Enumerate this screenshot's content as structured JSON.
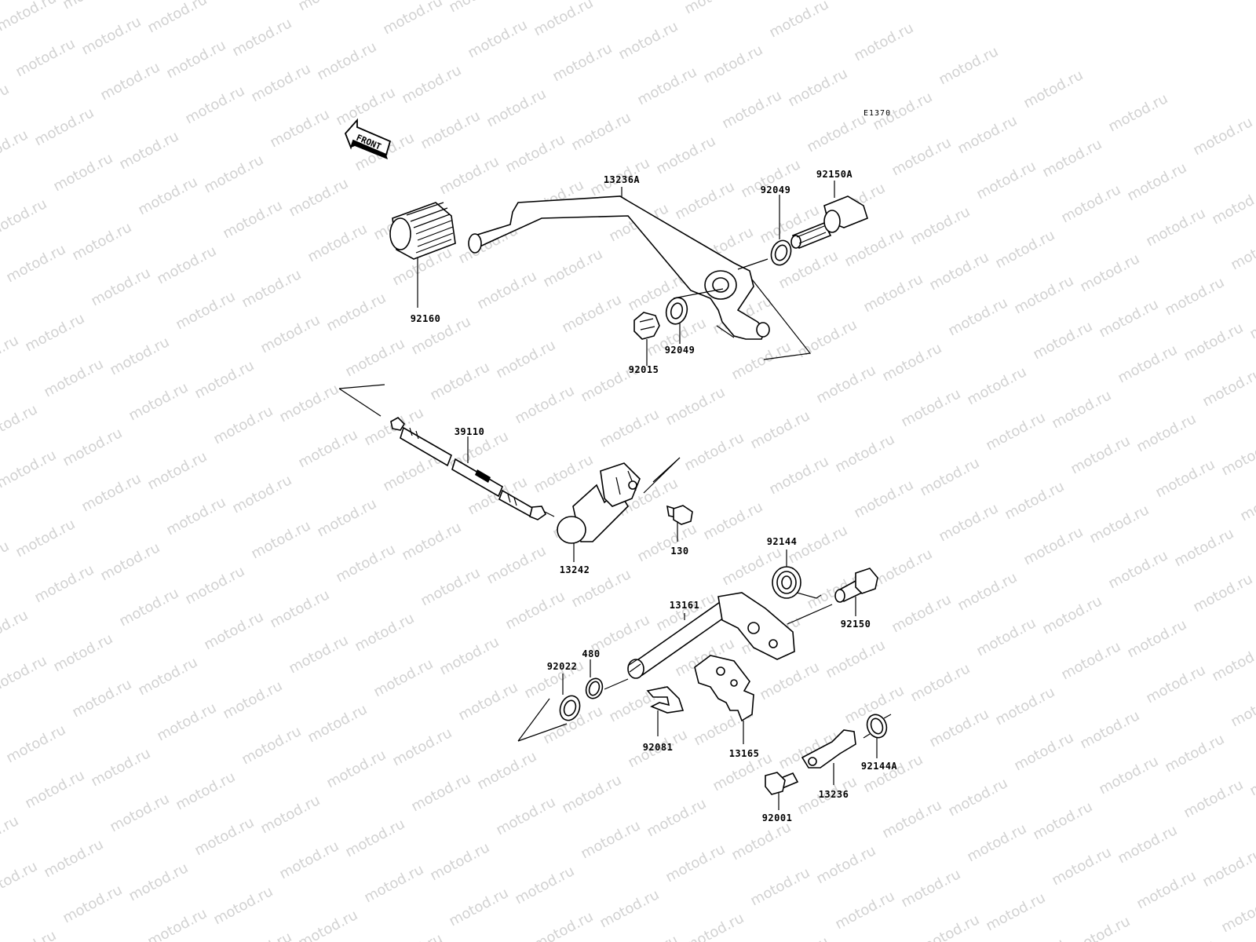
{
  "diagram_code": "E1370",
  "front_arrow_label": "FRONT",
  "watermark_text": "motod.ru",
  "parts": {
    "p13236A": "13236A",
    "p92150A": "92150A",
    "p92049a": "92049",
    "p92160": "92160",
    "p92015": "92015",
    "p92049b": "92049",
    "p39110": "39110",
    "p130": "130",
    "p13242": "13242",
    "p92144": "92144",
    "p13161": "13161",
    "p92150": "92150",
    "p480": "480",
    "p92022": "92022",
    "p92081": "92081",
    "p13165": "13165",
    "p92144A": "92144A",
    "p13236": "13236",
    "p92001": "92001"
  }
}
